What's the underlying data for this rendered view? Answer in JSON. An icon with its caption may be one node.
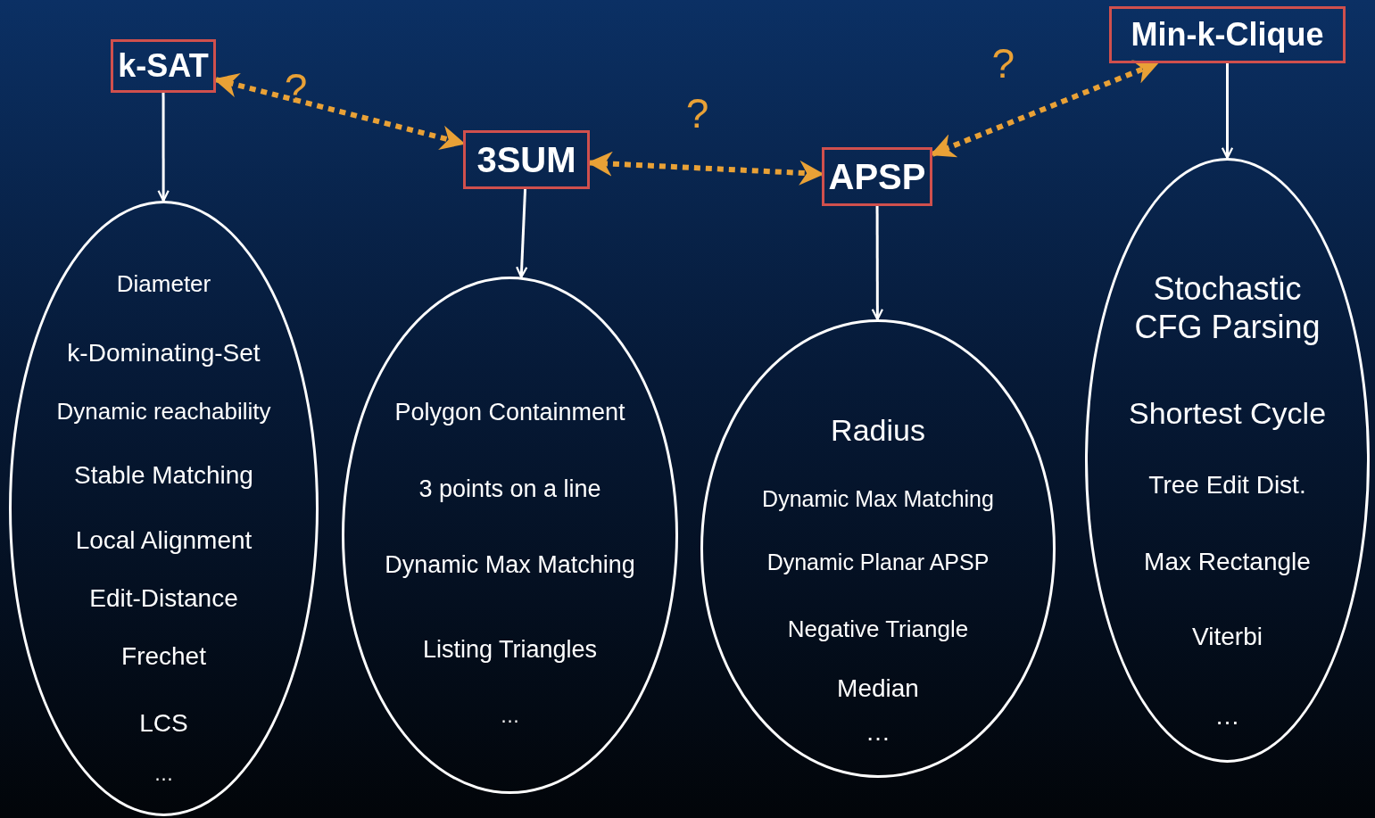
{
  "diagram": {
    "nodes": [
      {
        "text": [
          "k-SAT"
        ]
      },
      {
        "text": [
          "Diameter",
          "k-Dominating-Set",
          "Dynamic reachability",
          "Stable Matching",
          "Local Alignment",
          "Edit-Distance",
          "Frechet",
          "LCS",
          "…"
        ]
      },
      {
        "text": [
          "3SUM"
        ]
      },
      {
        "text": [
          "Polygon Containment",
          "3 points on a line",
          "Dynamic Max Matching",
          "Listing Triangles",
          "…"
        ]
      },
      {
        "text": [
          "APSP"
        ]
      },
      {
        "text": [
          "Radius",
          "Dynamic Max Matching",
          "Dynamic Planar APSP",
          "Negative Triangle",
          "Median",
          "…"
        ]
      },
      {
        "text": [
          "Min-k-Clique"
        ]
      },
      {
        "text": [
          "Stochastic CFG Parsing",
          "Shortest Cycle",
          "Tree Edit Dist.",
          "Max Rectangle",
          "Viterbi",
          "…"
        ]
      }
    ],
    "edges": [
      {
        "from": 0,
        "to": 1,
        "arrow": "to"
      },
      {
        "from": 2,
        "to": 3,
        "arrow": "to"
      },
      {
        "from": 4,
        "to": 5,
        "arrow": "to"
      },
      {
        "from": 6,
        "to": 7,
        "arrow": "to"
      },
      {
        "from": 0,
        "to": 2,
        "arrow": "both",
        "label": "?",
        "style": "dashed",
        "color": "#e9a136"
      },
      {
        "from": 2,
        "to": 4,
        "arrow": "both",
        "label": "?",
        "style": "dashed",
        "color": "#e9a136"
      },
      {
        "from": 4,
        "to": 6,
        "arrow": "both",
        "label": "?",
        "style": "dashed",
        "color": "#e9a136"
      }
    ]
  }
}
